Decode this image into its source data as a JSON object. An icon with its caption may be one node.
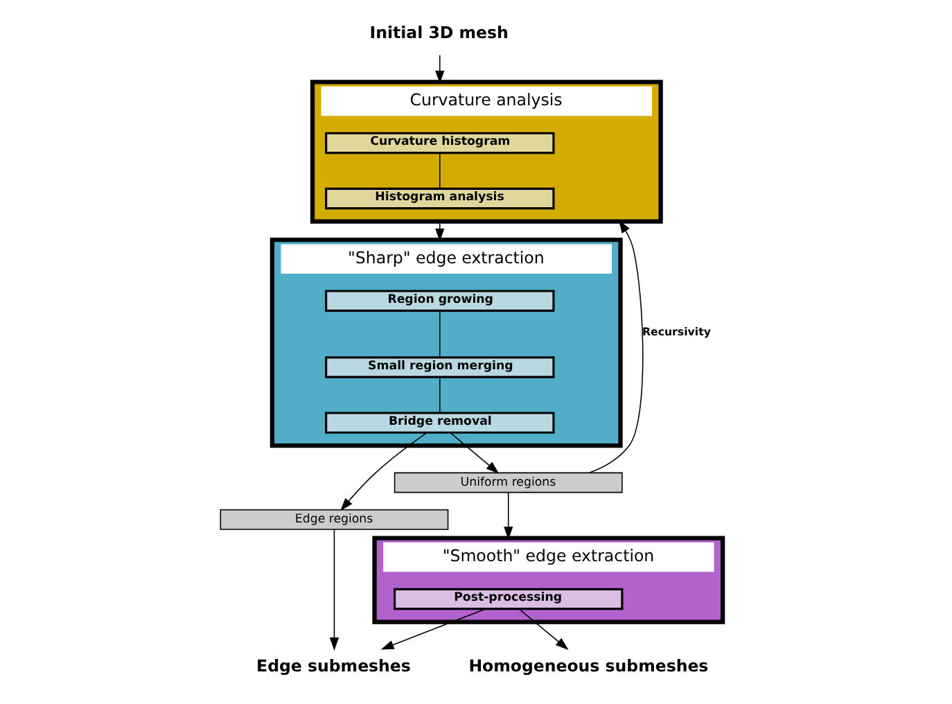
{
  "diagram": {
    "nodes": [
      {
        "text": [
          "Initial 3D mesh"
        ]
      },
      {
        "text": [
          "Curvature analysis"
        ]
      },
      {
        "text": [
          "Curvature histogram"
        ],
        "in": 1
      },
      {
        "text": [
          "Histogram analysis"
        ],
        "in": 1
      },
      {
        "text": [
          "\"Sharp\" edge extraction"
        ]
      },
      {
        "text": [
          "Region growing"
        ],
        "in": 4
      },
      {
        "text": [
          "Small region merging"
        ],
        "in": 4
      },
      {
        "text": [
          "Bridge removal"
        ],
        "in": 4
      },
      {
        "text": [
          "Edge regions"
        ]
      },
      {
        "text": [
          "Uniform regions"
        ]
      },
      {
        "text": [
          "\"Smooth\" edge extraction"
        ]
      },
      {
        "text": [
          "Post-processing"
        ],
        "in": 10
      },
      {
        "text": [
          "Edge submeshes"
        ]
      },
      {
        "text": [
          "Homogeneous submeshes"
        ]
      }
    ],
    "edges": [
      {
        "from": 0,
        "to": 1,
        "arrow": "to"
      },
      {
        "from": 2,
        "to": 3,
        "arrow": "none"
      },
      {
        "from": 1,
        "to": 4,
        "arrow": "to"
      },
      {
        "from": 5,
        "to": 6,
        "arrow": "none"
      },
      {
        "from": 6,
        "to": 7,
        "arrow": "none"
      },
      {
        "from": 7,
        "to": 8,
        "arrow": "to"
      },
      {
        "from": 7,
        "to": 9,
        "arrow": "to"
      },
      {
        "from": 9,
        "to": 1,
        "arrow": "to",
        "label": "Recursivity"
      },
      {
        "from": 9,
        "to": 10,
        "arrow": "to"
      },
      {
        "from": 8,
        "to": 12,
        "arrow": "to"
      },
      {
        "from": 11,
        "to": 12,
        "arrow": "to"
      },
      {
        "from": 11,
        "to": 13,
        "arrow": "to"
      }
    ]
  }
}
